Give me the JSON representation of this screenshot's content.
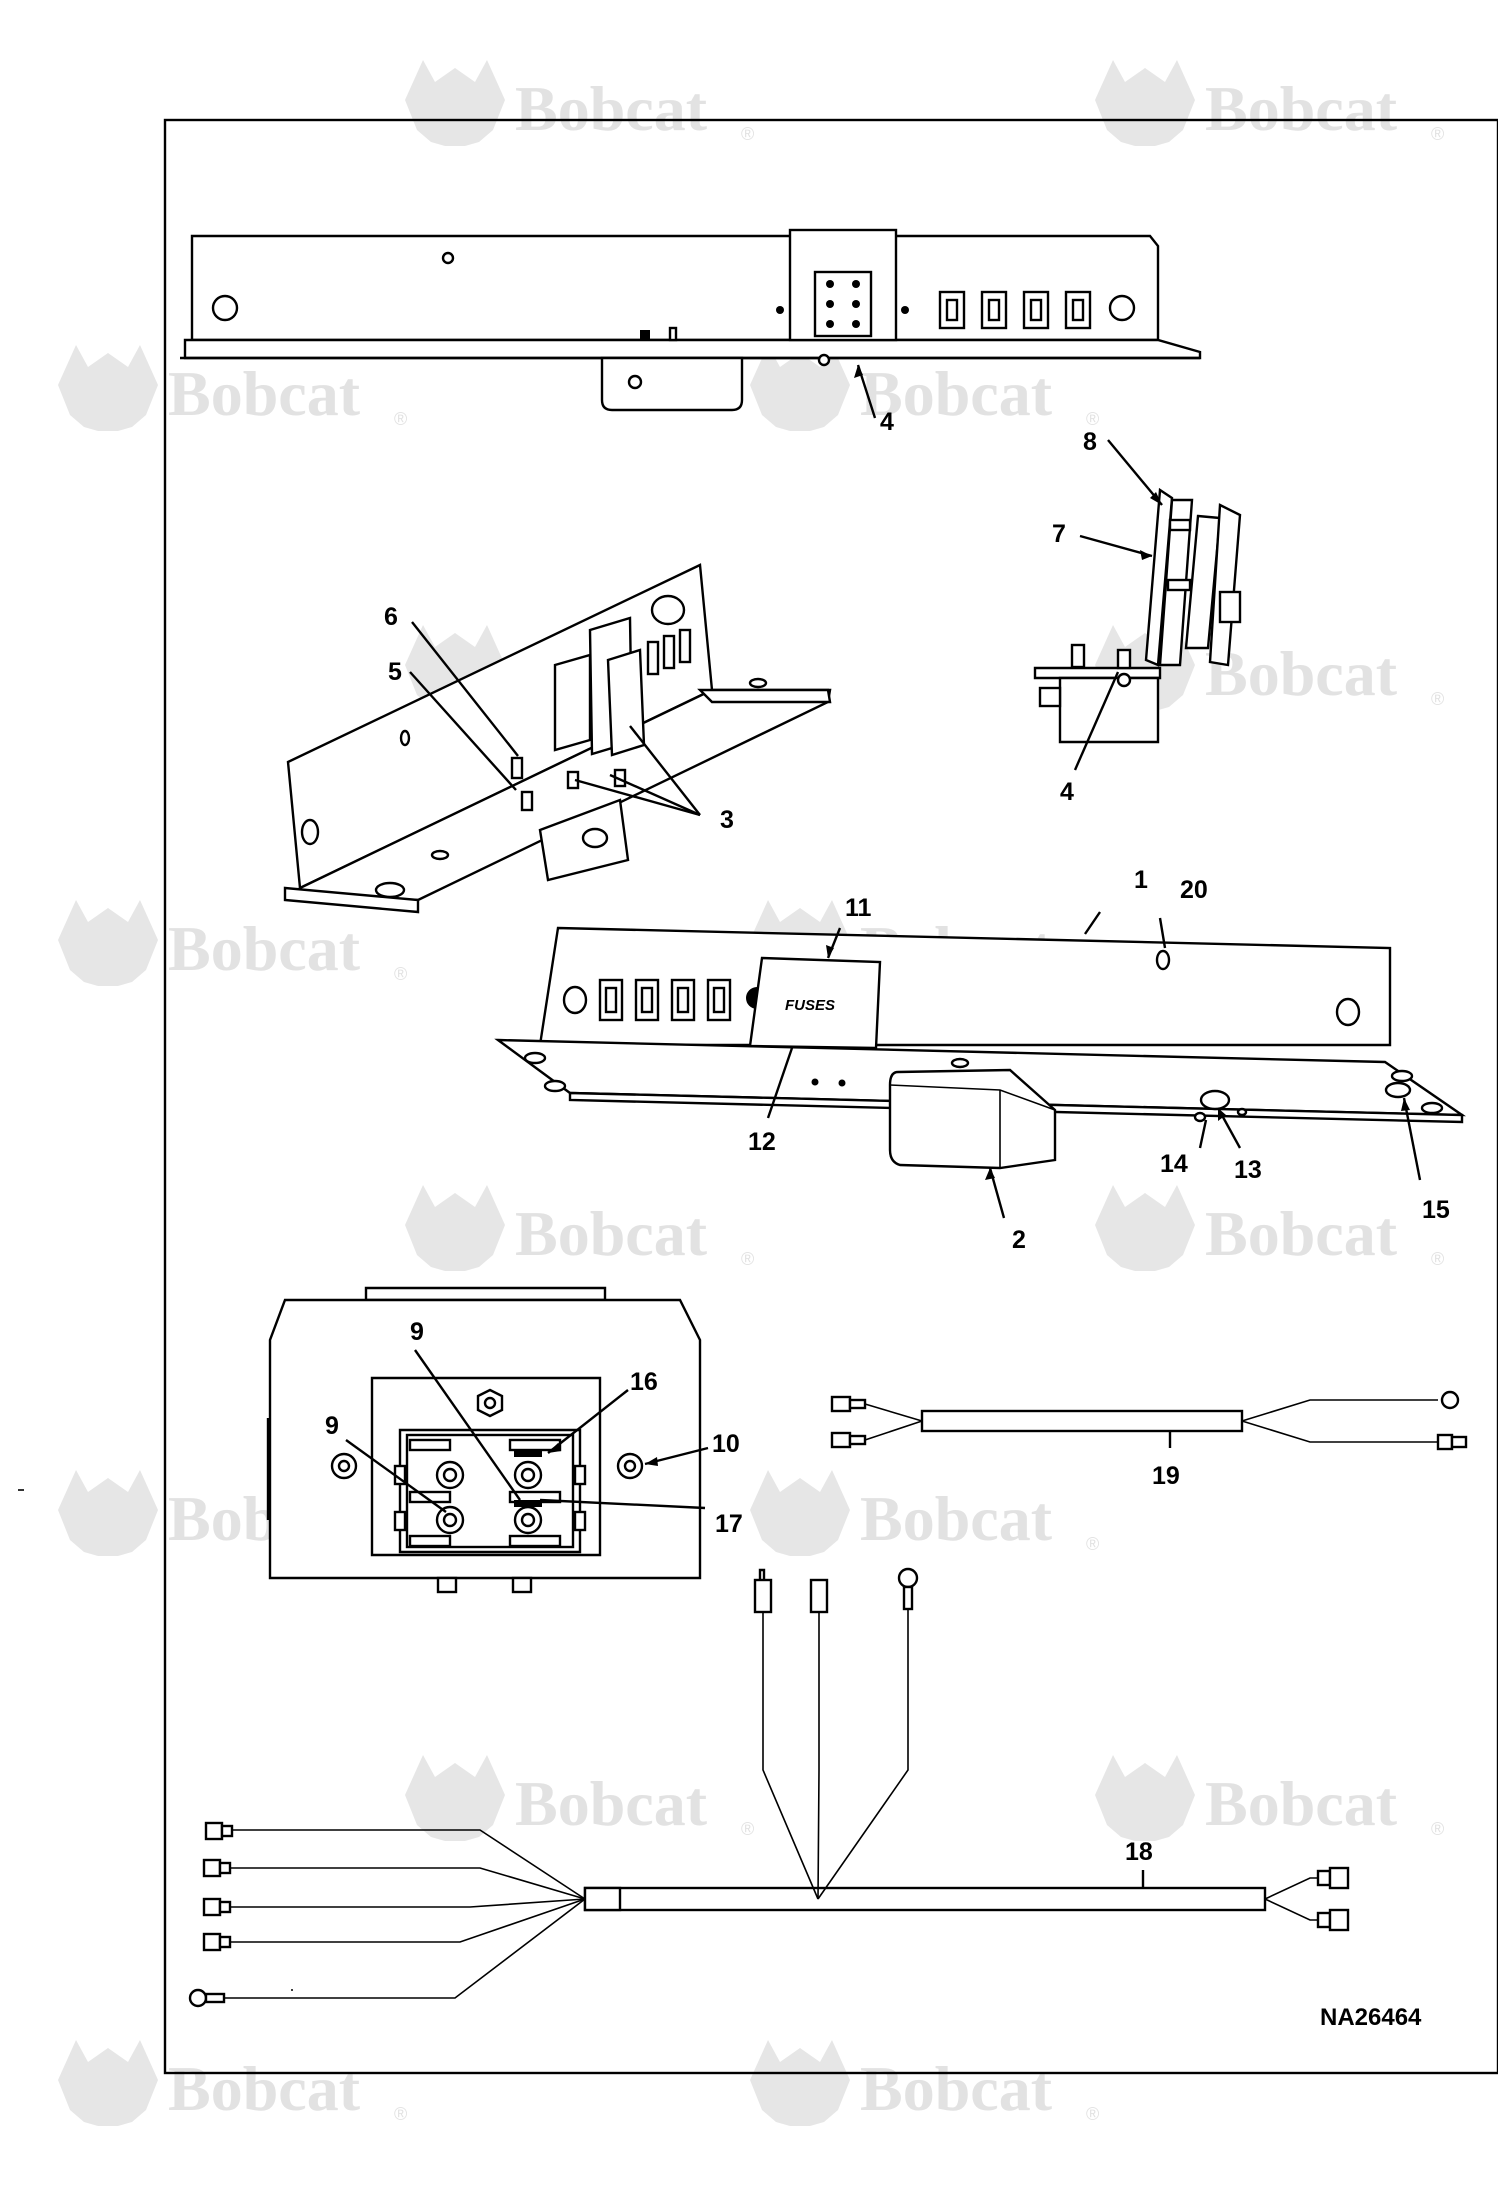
{
  "drawing_number": "NA26464",
  "watermark": {
    "brand": "Bobcat",
    "reg": "®"
  },
  "callouts": {
    "c1": "1",
    "c2": "2",
    "c3": "3",
    "c4a": "4",
    "c4b": "4",
    "c5": "5",
    "c6": "6",
    "c7": "7",
    "c8": "8",
    "c9a": "9",
    "c9b": "9",
    "c10": "10",
    "c11": "11",
    "c12": "12",
    "c13": "13",
    "c14": "14",
    "c15": "15",
    "c16": "16",
    "c17": "17",
    "c18": "18",
    "c19": "19",
    "c20": "20"
  },
  "fuse_cover_label": "FUSES"
}
